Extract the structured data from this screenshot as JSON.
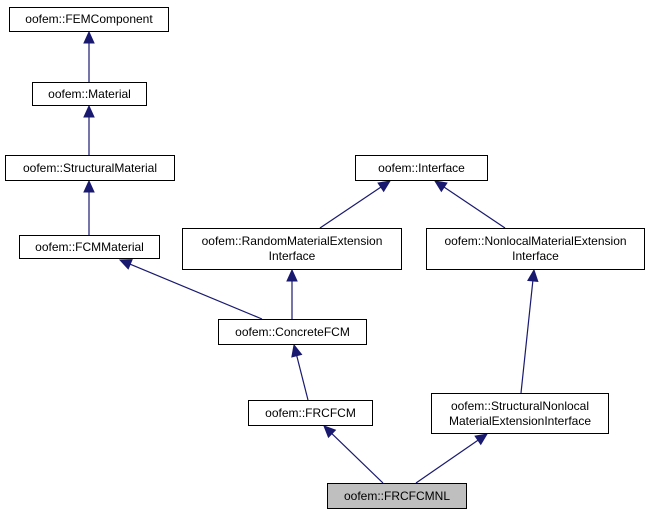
{
  "colors": {
    "edge": "#191970",
    "node_border": "#000000",
    "node_fill": "#ffffff",
    "current_fill": "#bfbfbf"
  },
  "nodes": {
    "fem_component": {
      "line1": "oofem::FEMComponent"
    },
    "material": {
      "line1": "oofem::Material"
    },
    "structural_material": {
      "line1": "oofem::StructuralMaterial"
    },
    "fcm_material": {
      "line1": "oofem::FCMMaterial"
    },
    "interface": {
      "line1": "oofem::Interface"
    },
    "random_material_ext": {
      "line1": "oofem::RandomMaterialExtension",
      "line2": "Interface"
    },
    "nonlocal_material_ext": {
      "line1": "oofem::NonlocalMaterialExtension",
      "line2": "Interface"
    },
    "concrete_fcm": {
      "line1": "oofem::ConcreteFCM"
    },
    "frc_fcm": {
      "line1": "oofem::FRCFCM"
    },
    "structural_nonlocal_ext": {
      "line1": "oofem::StructuralNonlocal",
      "line2": "MaterialExtensionInterface"
    },
    "frc_fcm_nl": {
      "line1": "oofem::FRCFCMNL"
    }
  }
}
